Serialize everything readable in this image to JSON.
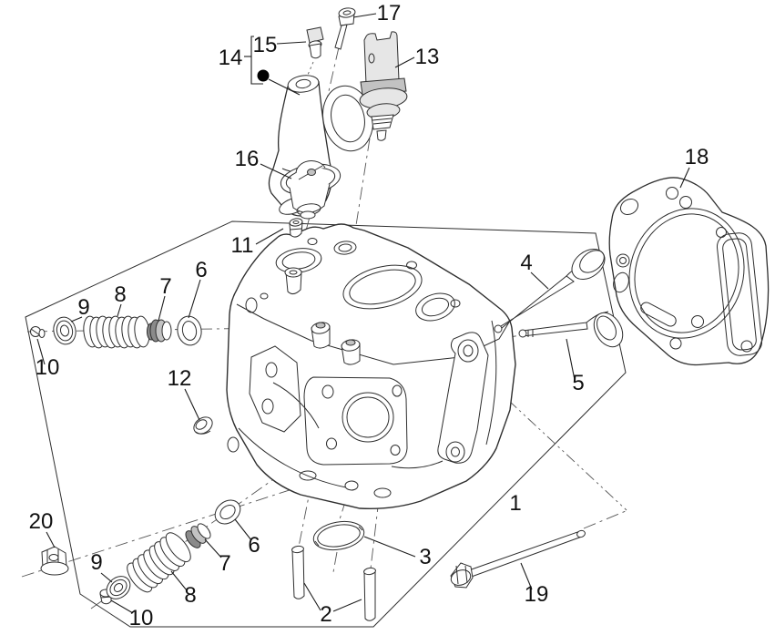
{
  "diagram": {
    "type": "exploded-parts-diagram",
    "subject": "cylinder head assembly",
    "background": "#ffffff",
    "line_color": "#2e2e2e",
    "text_color": "#111111",
    "shade_color": "#e6e6e6"
  },
  "callouts": [
    {
      "label": "17"
    },
    {
      "label": "15"
    },
    {
      "label": "14"
    },
    {
      "label": "13"
    },
    {
      "label": "16"
    },
    {
      "label": "11"
    },
    {
      "label": "18"
    },
    {
      "label": "6"
    },
    {
      "label": "7"
    },
    {
      "label": "8"
    },
    {
      "label": "9"
    },
    {
      "label": "10"
    },
    {
      "label": "12"
    },
    {
      "label": "4"
    },
    {
      "label": "5"
    },
    {
      "label": "1"
    },
    {
      "label": "3"
    },
    {
      "label": "2"
    },
    {
      "label": "19"
    },
    {
      "label": "20"
    },
    {
      "label": "9"
    },
    {
      "label": "10"
    },
    {
      "label": "8"
    },
    {
      "label": "7"
    },
    {
      "label": "6"
    }
  ]
}
